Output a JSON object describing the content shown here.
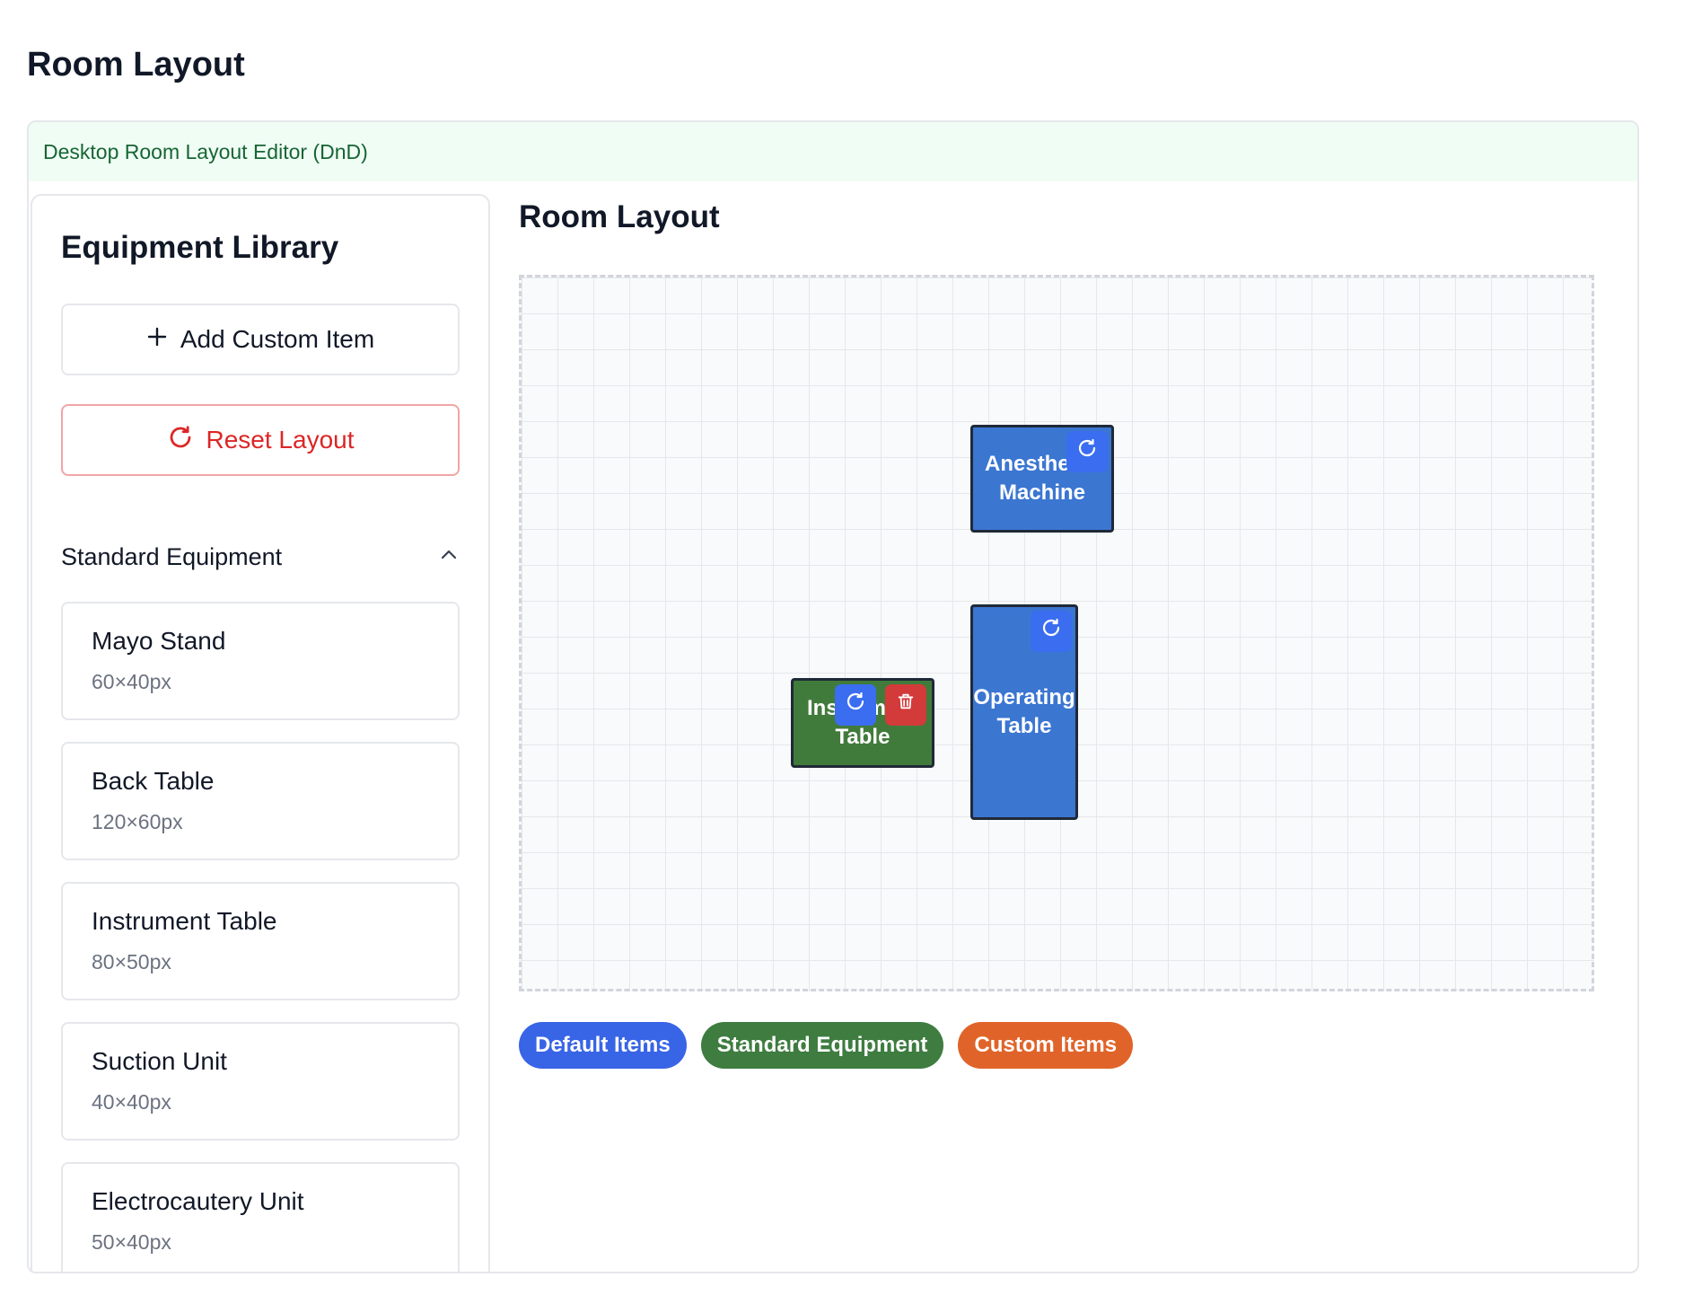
{
  "page": {
    "title": "Room Layout"
  },
  "frame": {
    "banner": "Desktop Room Layout Editor (DnD)"
  },
  "sidebar": {
    "title": "Equipment Library",
    "add_button": "Add Custom Item",
    "reset_button": "Reset Layout",
    "section": {
      "label": "Standard Equipment",
      "expanded": true
    },
    "items": [
      {
        "name": "Mayo Stand",
        "size": "60×40px"
      },
      {
        "name": "Back Table",
        "size": "120×60px"
      },
      {
        "name": "Instrument Table",
        "size": "80×50px"
      },
      {
        "name": "Suction Unit",
        "size": "40×40px"
      },
      {
        "name": "Electrocautery Unit",
        "size": "50×40px"
      }
    ]
  },
  "layout": {
    "title": "Room Layout",
    "placed": [
      {
        "label": "Anesthesia Machine",
        "type": "default",
        "tools": [
          "rotate"
        ]
      },
      {
        "label": "Operating Table",
        "type": "default",
        "tools": [
          "rotate"
        ]
      },
      {
        "label": "Instrument Table",
        "type": "standard",
        "tools": [
          "rotate",
          "delete"
        ]
      }
    ],
    "legend": [
      {
        "label": "Default Items",
        "color": "#3864e6"
      },
      {
        "label": "Standard Equipment",
        "color": "#3e7c40"
      },
      {
        "label": "Custom Items",
        "color": "#e0642a"
      }
    ]
  },
  "colors": {
    "default_item": "#3b76d1",
    "standard_item": "#417b3b",
    "custom_item": "#e0642a",
    "reset_accent": "#dc2626",
    "banner_bg": "#f0fdf4",
    "banner_text": "#166534"
  },
  "icons": {
    "add": "plus-icon",
    "reset": "reset-icon",
    "section_toggle": "chevron-up-icon",
    "rotate": "rotate-icon",
    "delete": "trash-icon"
  }
}
